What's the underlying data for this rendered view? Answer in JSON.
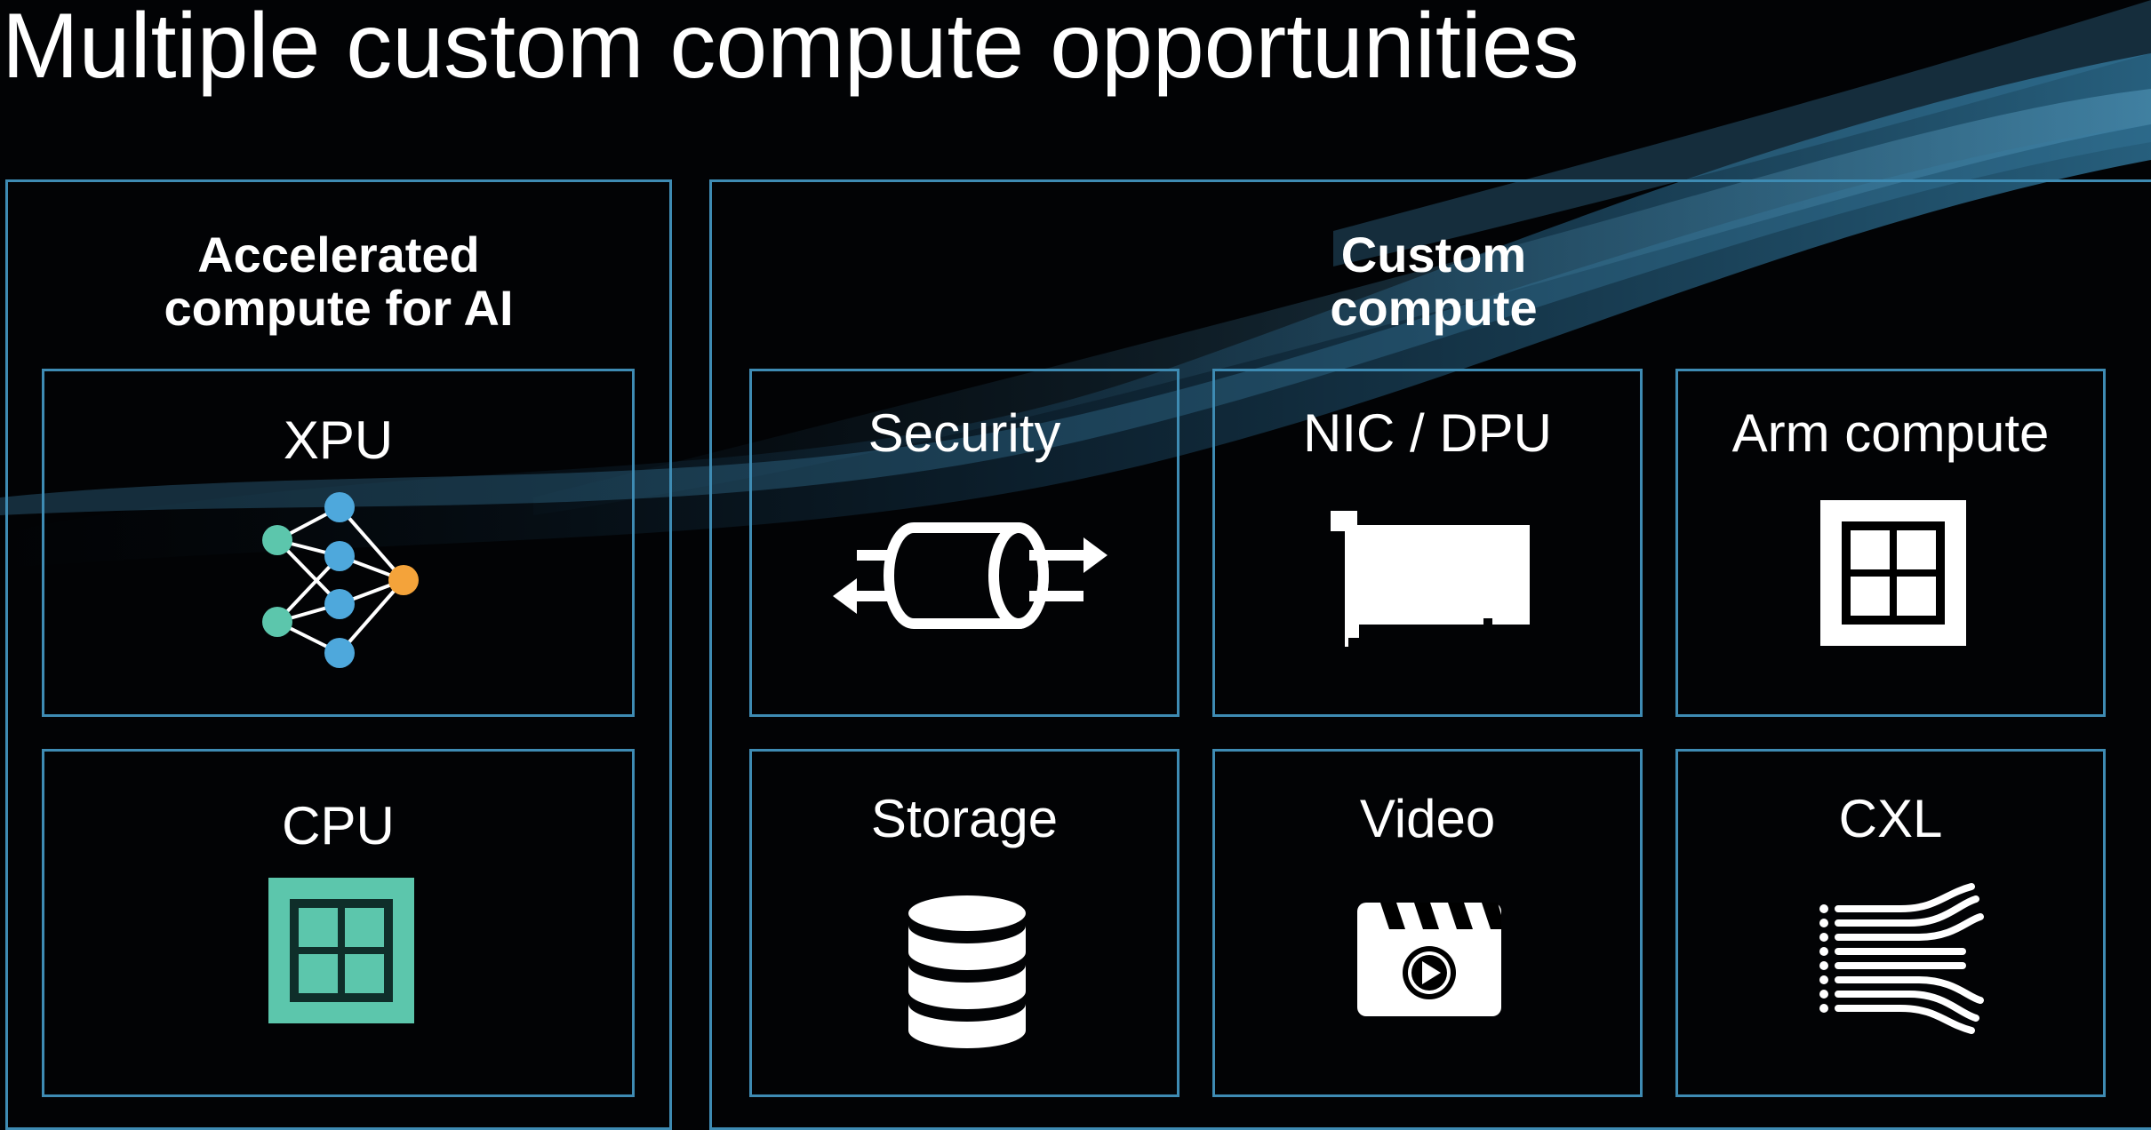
{
  "slide": {
    "title": "Multiple custom compute opportunities"
  },
  "groups": {
    "accelerated": {
      "title_line1": "Accelerated",
      "title_line2": "compute for AI",
      "tiles": {
        "xpu": "XPU",
        "cpu": "CPU"
      }
    },
    "custom": {
      "title_line1": "Custom",
      "title_line2": "compute",
      "tiles": {
        "security": "Security",
        "nic": "NIC / DPU",
        "arm": "Arm compute",
        "storage": "Storage",
        "video": "Video",
        "cxl": "CXL"
      }
    }
  },
  "colors": {
    "border": "#3e8bb3",
    "background": "#020305",
    "cpu_icon": "#5cc6ac",
    "node_green": "#5cc6ac",
    "node_blue": "#4ea8dc",
    "node_orange": "#f4a33a"
  },
  "icons": [
    "neural-network-icon",
    "cpu-chip-icon",
    "pipe-arrows-icon",
    "network-card-icon",
    "arm-chip-icon",
    "database-icon",
    "clapperboard-icon",
    "cxl-lines-icon"
  ]
}
